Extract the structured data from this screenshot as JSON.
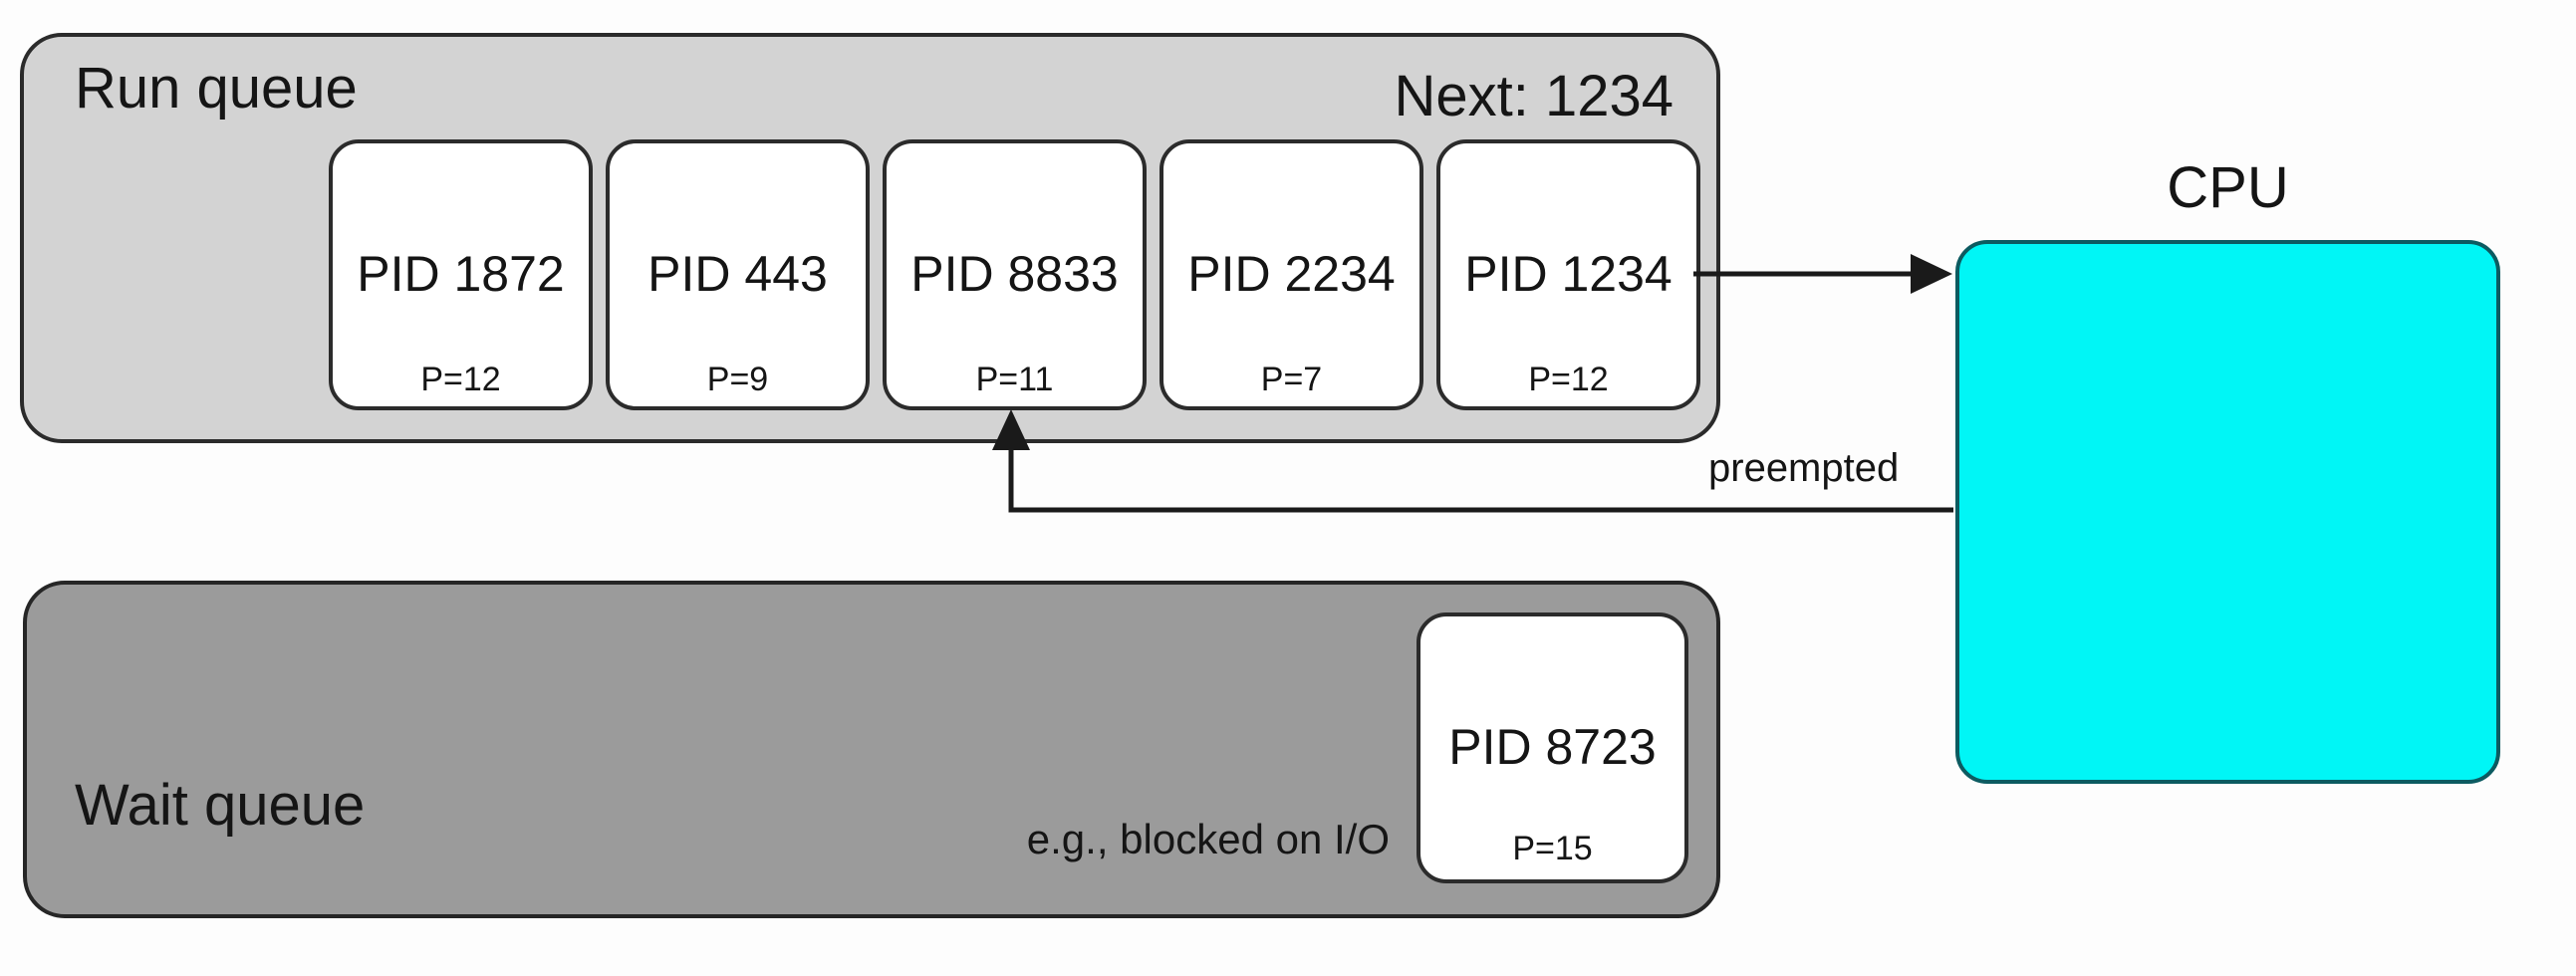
{
  "run_queue": {
    "label": "Run queue",
    "next_label": "Next: 1234",
    "processes": [
      {
        "pid": "PID 1872",
        "priority": "P=12"
      },
      {
        "pid": "PID 443",
        "priority": "P=9"
      },
      {
        "pid": "PID 8833",
        "priority": "P=11"
      },
      {
        "pid": "PID 2234",
        "priority": "P=7"
      },
      {
        "pid": "PID 1234",
        "priority": "P=12"
      }
    ]
  },
  "wait_queue": {
    "label": "Wait queue",
    "note": "e.g., blocked on I/O",
    "processes": [
      {
        "pid": "PID 8723",
        "priority": "P=15"
      }
    ]
  },
  "cpu": {
    "label": "CPU"
  },
  "arrows": {
    "dispatch": "run-queue head to CPU",
    "preempted_label": "preempted"
  },
  "colors": {
    "run_queue_fill": "#d3d3d3",
    "wait_queue_fill": "#9b9b9b",
    "card_fill": "#ffffff",
    "cpu_fill": "#00f6f6",
    "cpu_border": "#0c5b61",
    "box_border": "#2b2b2b",
    "line": "#1a1a1a",
    "background": "#fdfdfd"
  }
}
